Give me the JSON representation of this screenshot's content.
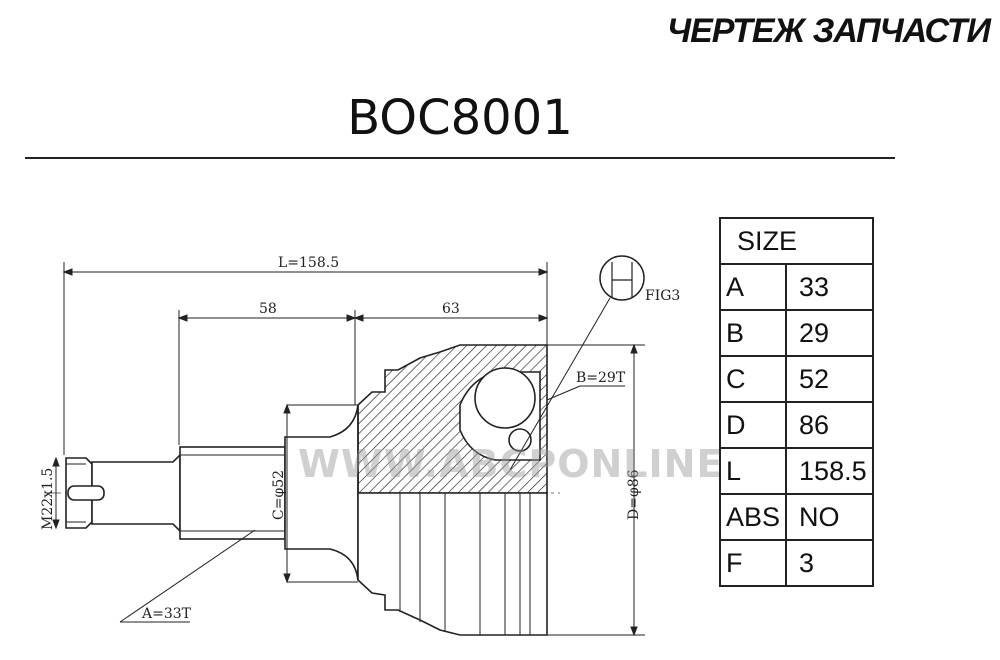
{
  "header": {
    "title": "ЧЕРТЕЖ ЗАПЧАСТИ"
  },
  "part_number": "BOC8001",
  "watermark": "WWW.ABCPONLINE",
  "drawing": {
    "dimensions": {
      "total_length": "L=158.5",
      "shaft_length": "58",
      "joint_length": "63",
      "thread": "M22x1.5",
      "outer_spline": "A=33T",
      "inner_spline": "B=29T",
      "diameter_c": "C=φ52",
      "diameter_d": "D=φ86",
      "figure": "FIG3"
    }
  },
  "size_table": {
    "header": "SIZE",
    "rows": [
      {
        "key": "A",
        "value": "33"
      },
      {
        "key": "B",
        "value": "29"
      },
      {
        "key": "C",
        "value": "52"
      },
      {
        "key": "D",
        "value": "86"
      },
      {
        "key": "L",
        "value": "158.5"
      },
      {
        "key": "ABS",
        "value": "NO"
      },
      {
        "key": "F",
        "value": "3"
      }
    ]
  }
}
